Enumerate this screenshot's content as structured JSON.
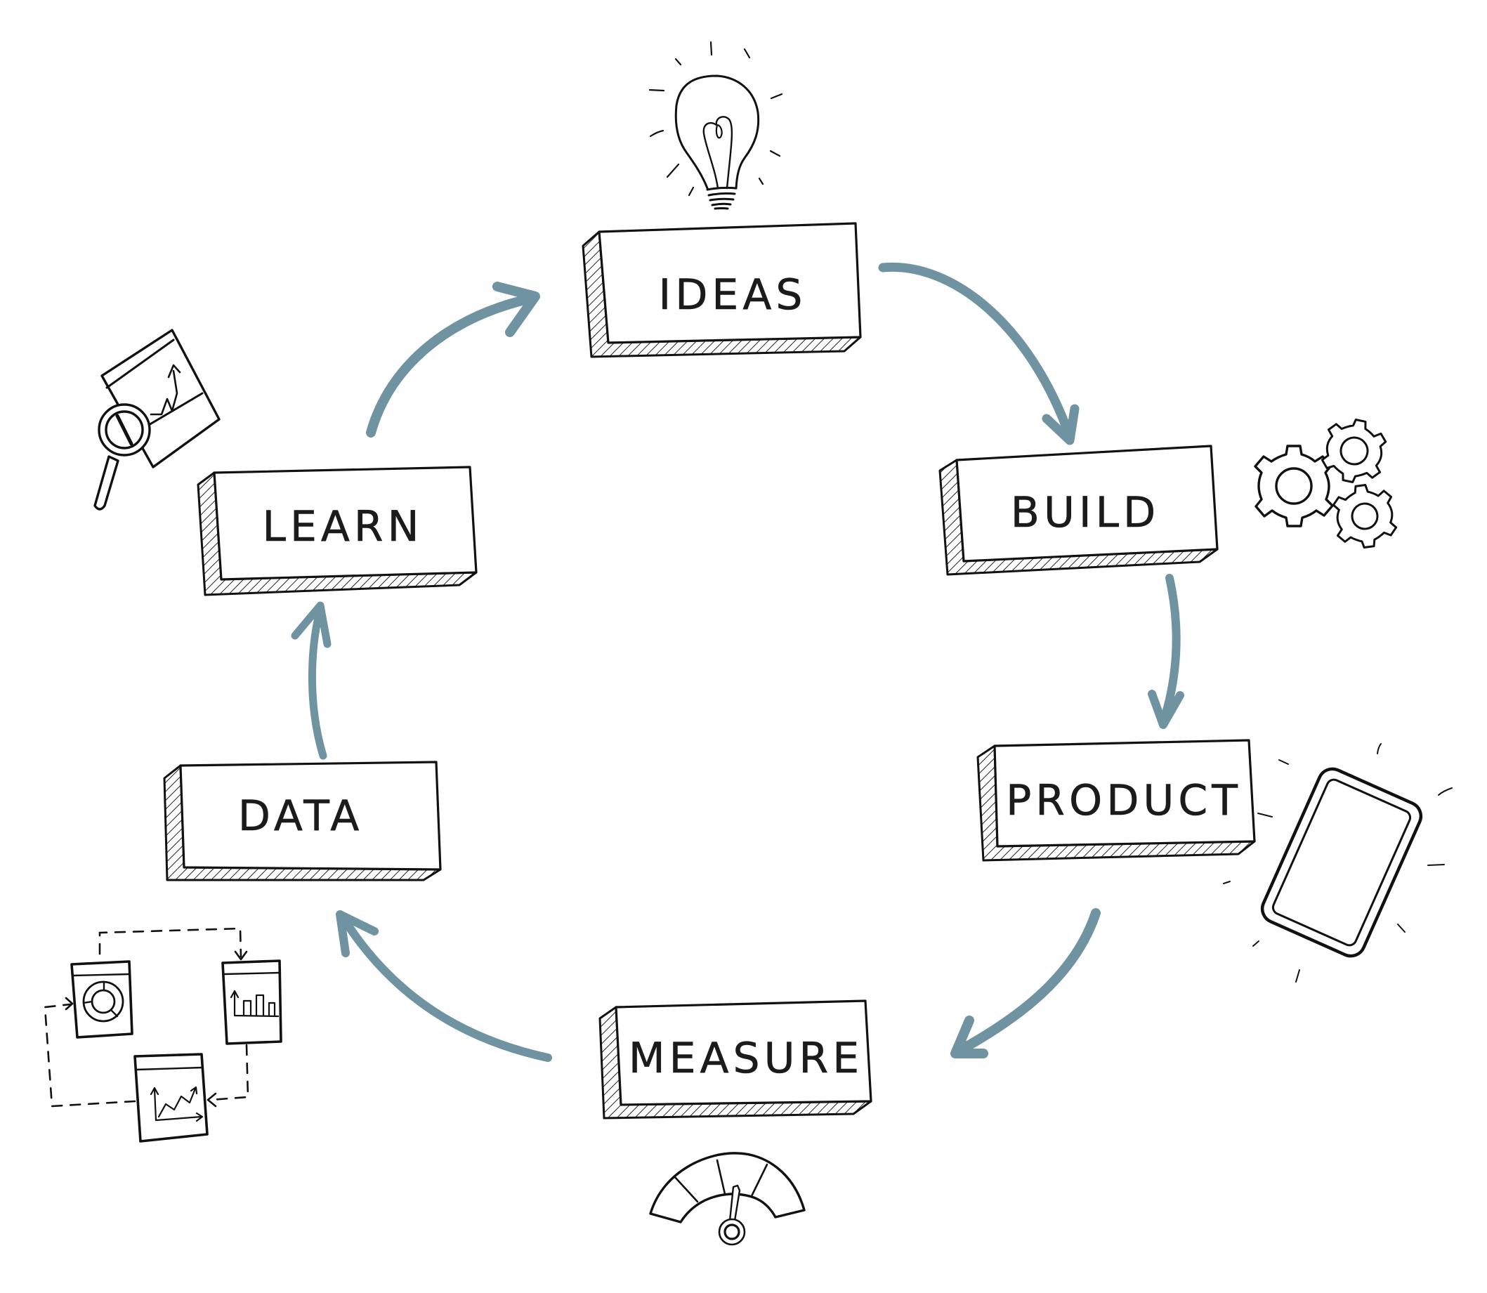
{
  "diagram": {
    "type": "cycle",
    "colors": {
      "arrow": "#6f93a0",
      "ink": "#111111",
      "background": "#ffffff"
    },
    "stages": [
      {
        "id": "ideas",
        "label": "IDEAS",
        "icon": "lightbulb-icon"
      },
      {
        "id": "build",
        "label": "BUILD",
        "icon": "gears-icon"
      },
      {
        "id": "product",
        "label": "PRODUCT",
        "icon": "smartphone-icon"
      },
      {
        "id": "measure",
        "label": "MEASURE",
        "icon": "gauge-icon"
      },
      {
        "id": "data",
        "label": "DATA",
        "icon": "charts-flow-icon"
      },
      {
        "id": "learn",
        "label": "LEARN",
        "icon": "magnifier-chart-icon"
      }
    ],
    "edges": [
      {
        "from": "IDEAS",
        "to": "BUILD"
      },
      {
        "from": "BUILD",
        "to": "PRODUCT"
      },
      {
        "from": "PRODUCT",
        "to": "MEASURE"
      },
      {
        "from": "MEASURE",
        "to": "DATA"
      },
      {
        "from": "DATA",
        "to": "LEARN"
      },
      {
        "from": "LEARN",
        "to": "IDEAS"
      }
    ]
  }
}
